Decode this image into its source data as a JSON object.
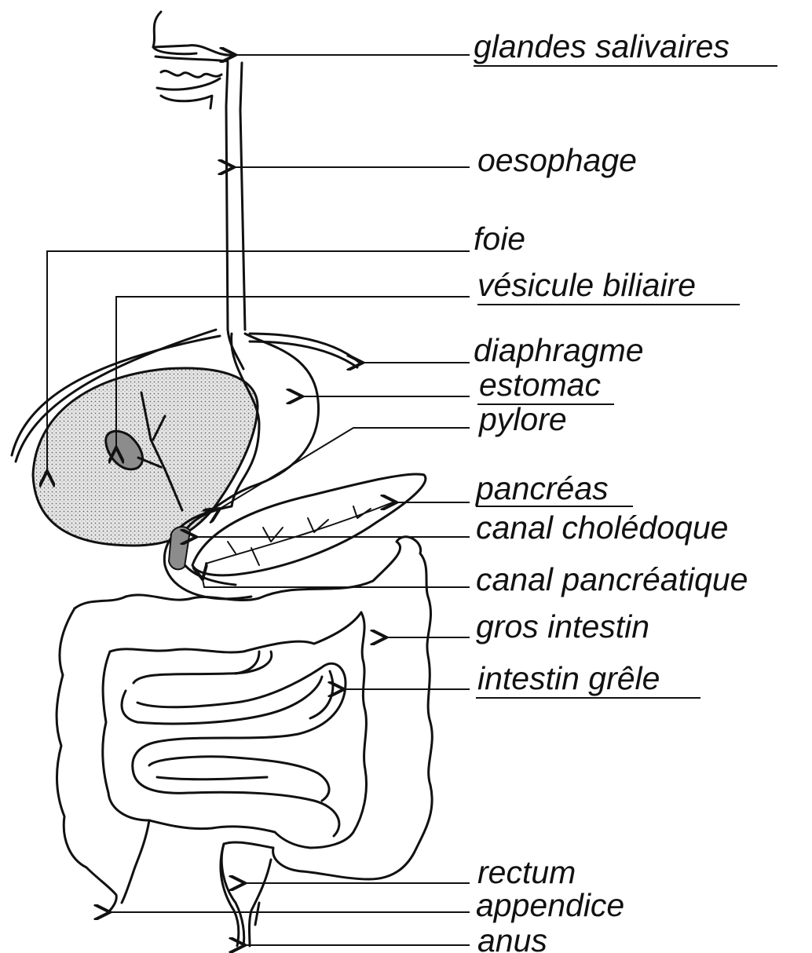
{
  "labels": {
    "glandes_salivaires": "glandes salivaires",
    "oesophage": "oesophage",
    "foie": "foie",
    "vesicule_biliaire": "vésicule biliaire",
    "diaphragme": "diaphragme",
    "estomac": "estomac",
    "pylore": "pylore",
    "pancreas": "pancréas",
    "canal_choledoque": "canal cholédoque",
    "canal_pancreatique": "canal pancréatique",
    "gros_intestin": "gros intestin",
    "intestin_grele": "intestin grêle",
    "rectum": "rectum",
    "appendice": "appendice",
    "anus": "anus"
  },
  "colors": {
    "ink": "#111111",
    "liver_fill": "#dcdcdc",
    "gallbladder_fill": "#8c8c8c"
  }
}
